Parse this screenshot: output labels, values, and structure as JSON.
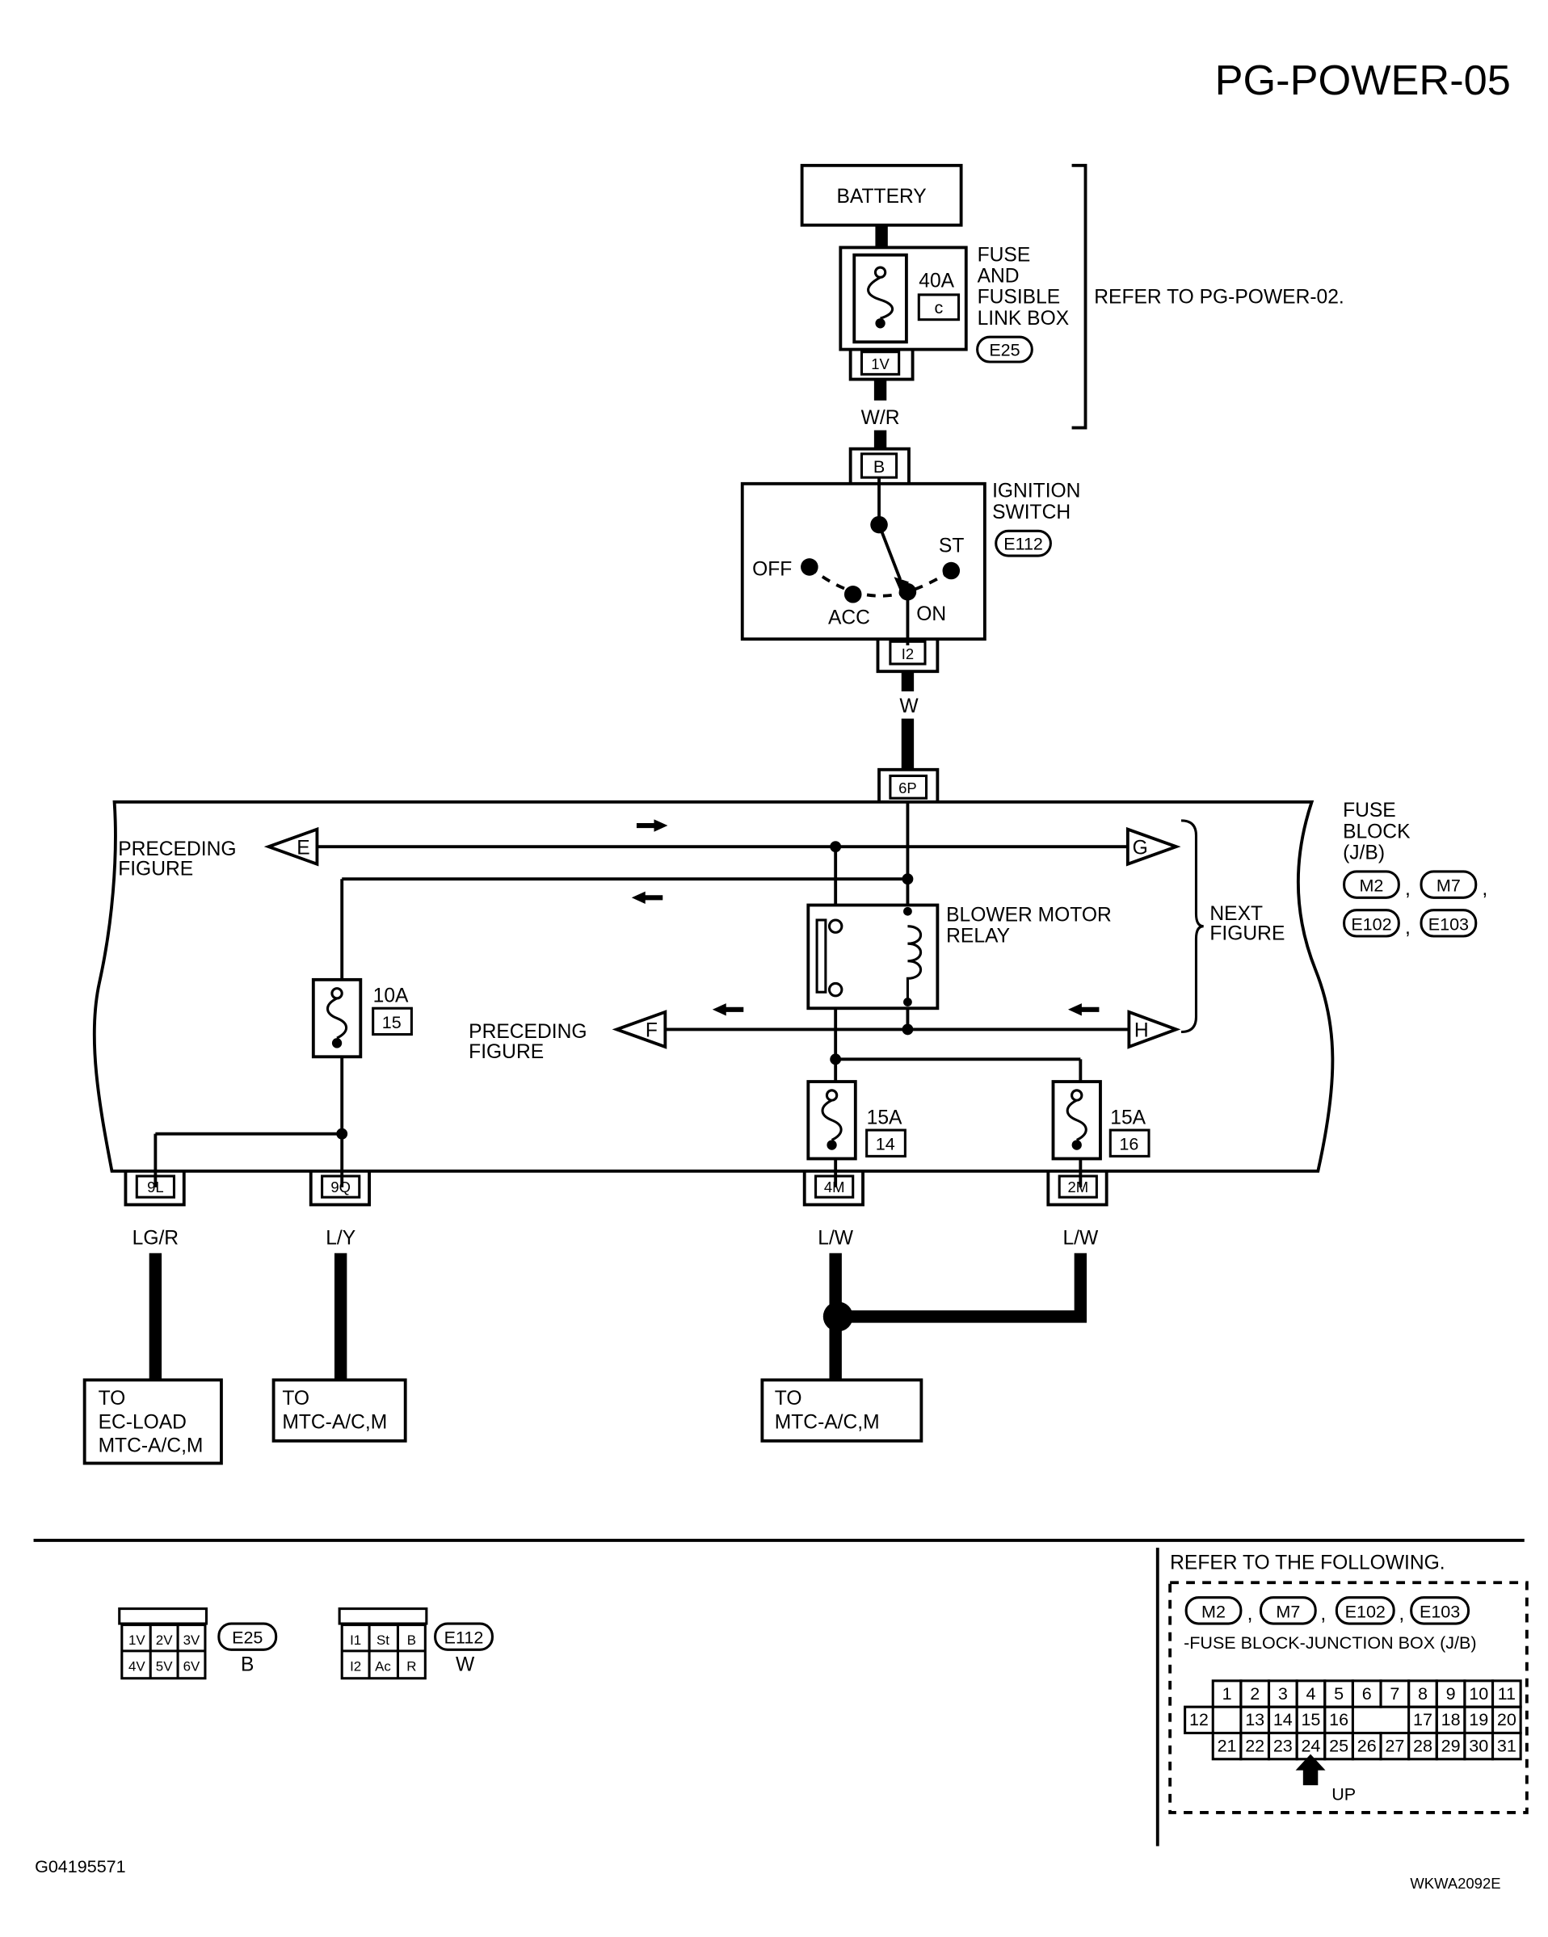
{
  "diagram_id": "PG-POWER-05",
  "battery": "BATTERY",
  "fusible_link": {
    "name": [
      "FUSE",
      "AND",
      "FUSIBLE",
      "LINK BOX"
    ],
    "rating": "40A",
    "slot": "c",
    "connector": "E25",
    "terminal": "1V",
    "refer": "REFER TO PG-POWER-02."
  },
  "wire_battery_to_switch": "W/R",
  "ignition_switch": {
    "name": [
      "IGNITION",
      "SWITCH"
    ],
    "connector": "E112",
    "input_terminal": "B",
    "output_terminal": "I2",
    "positions": {
      "off": "OFF",
      "acc": "ACC",
      "on": "ON",
      "st": "ST"
    }
  },
  "wire_switch_to_fuse_block": "W",
  "fuse_block": {
    "name": [
      "FUSE",
      "BLOCK",
      "(J/B)"
    ],
    "connectors": [
      "M2",
      "M7",
      "E102",
      "E103"
    ],
    "input_terminal": "6P",
    "preceding_figure": [
      "PRECEDING",
      "FIGURE"
    ],
    "next_figure": [
      "NEXT",
      "FIGURE"
    ],
    "offpage": {
      "e": "E",
      "f": "F",
      "g": "G",
      "h": "H"
    },
    "relay": [
      "BLOWER MOTOR",
      "RELAY"
    ],
    "fuses": [
      {
        "rating": "10A",
        "number": "15"
      },
      {
        "rating": "15A",
        "number": "14"
      },
      {
        "rating": "15A",
        "number": "16"
      }
    ],
    "outputs": [
      "9L",
      "9Q",
      "4M",
      "2M"
    ]
  },
  "output_wires": [
    "LG/R",
    "L/Y",
    "L/W",
    "L/W"
  ],
  "destinations": [
    [
      "TO",
      "EC-LOAD",
      "MTC-A/C,M"
    ],
    [
      "TO",
      "MTC-A/C,M"
    ],
    [
      "TO",
      "MTC-A/C,M"
    ]
  ],
  "connector_e25": {
    "cells": [
      "1V",
      "2V",
      "3V",
      "4V",
      "5V",
      "6V"
    ],
    "id": "E25",
    "color": "B"
  },
  "connector_e112": {
    "cells": [
      "I1",
      "St",
      "B",
      "I2",
      "Ac",
      "R"
    ],
    "id": "E112",
    "color": "W"
  },
  "jb_reference": {
    "title": "REFER TO THE FOLLOWING.",
    "connectors": [
      "M2",
      "M7",
      "E102",
      "E103"
    ],
    "subtitle": "-FUSE BLOCK-JUNCTION BOX (J/B)",
    "rows": [
      [
        "",
        "1",
        "2",
        "3",
        "4",
        "5",
        "6",
        "7",
        "8",
        "9",
        "10",
        "11"
      ],
      [
        "12",
        "",
        "13",
        "14",
        "15",
        "16",
        "",
        "",
        "17",
        "18",
        "19",
        "20"
      ],
      [
        "",
        "21",
        "22",
        "23",
        "24",
        "25",
        "26",
        "27",
        "28",
        "29",
        "30",
        "31"
      ]
    ],
    "up_label": "UP"
  },
  "footer_left": "G04195571",
  "footer_right": "WKWA2092E",
  "colors": {
    "ink": "#000000",
    "paper": "#ffffff"
  }
}
